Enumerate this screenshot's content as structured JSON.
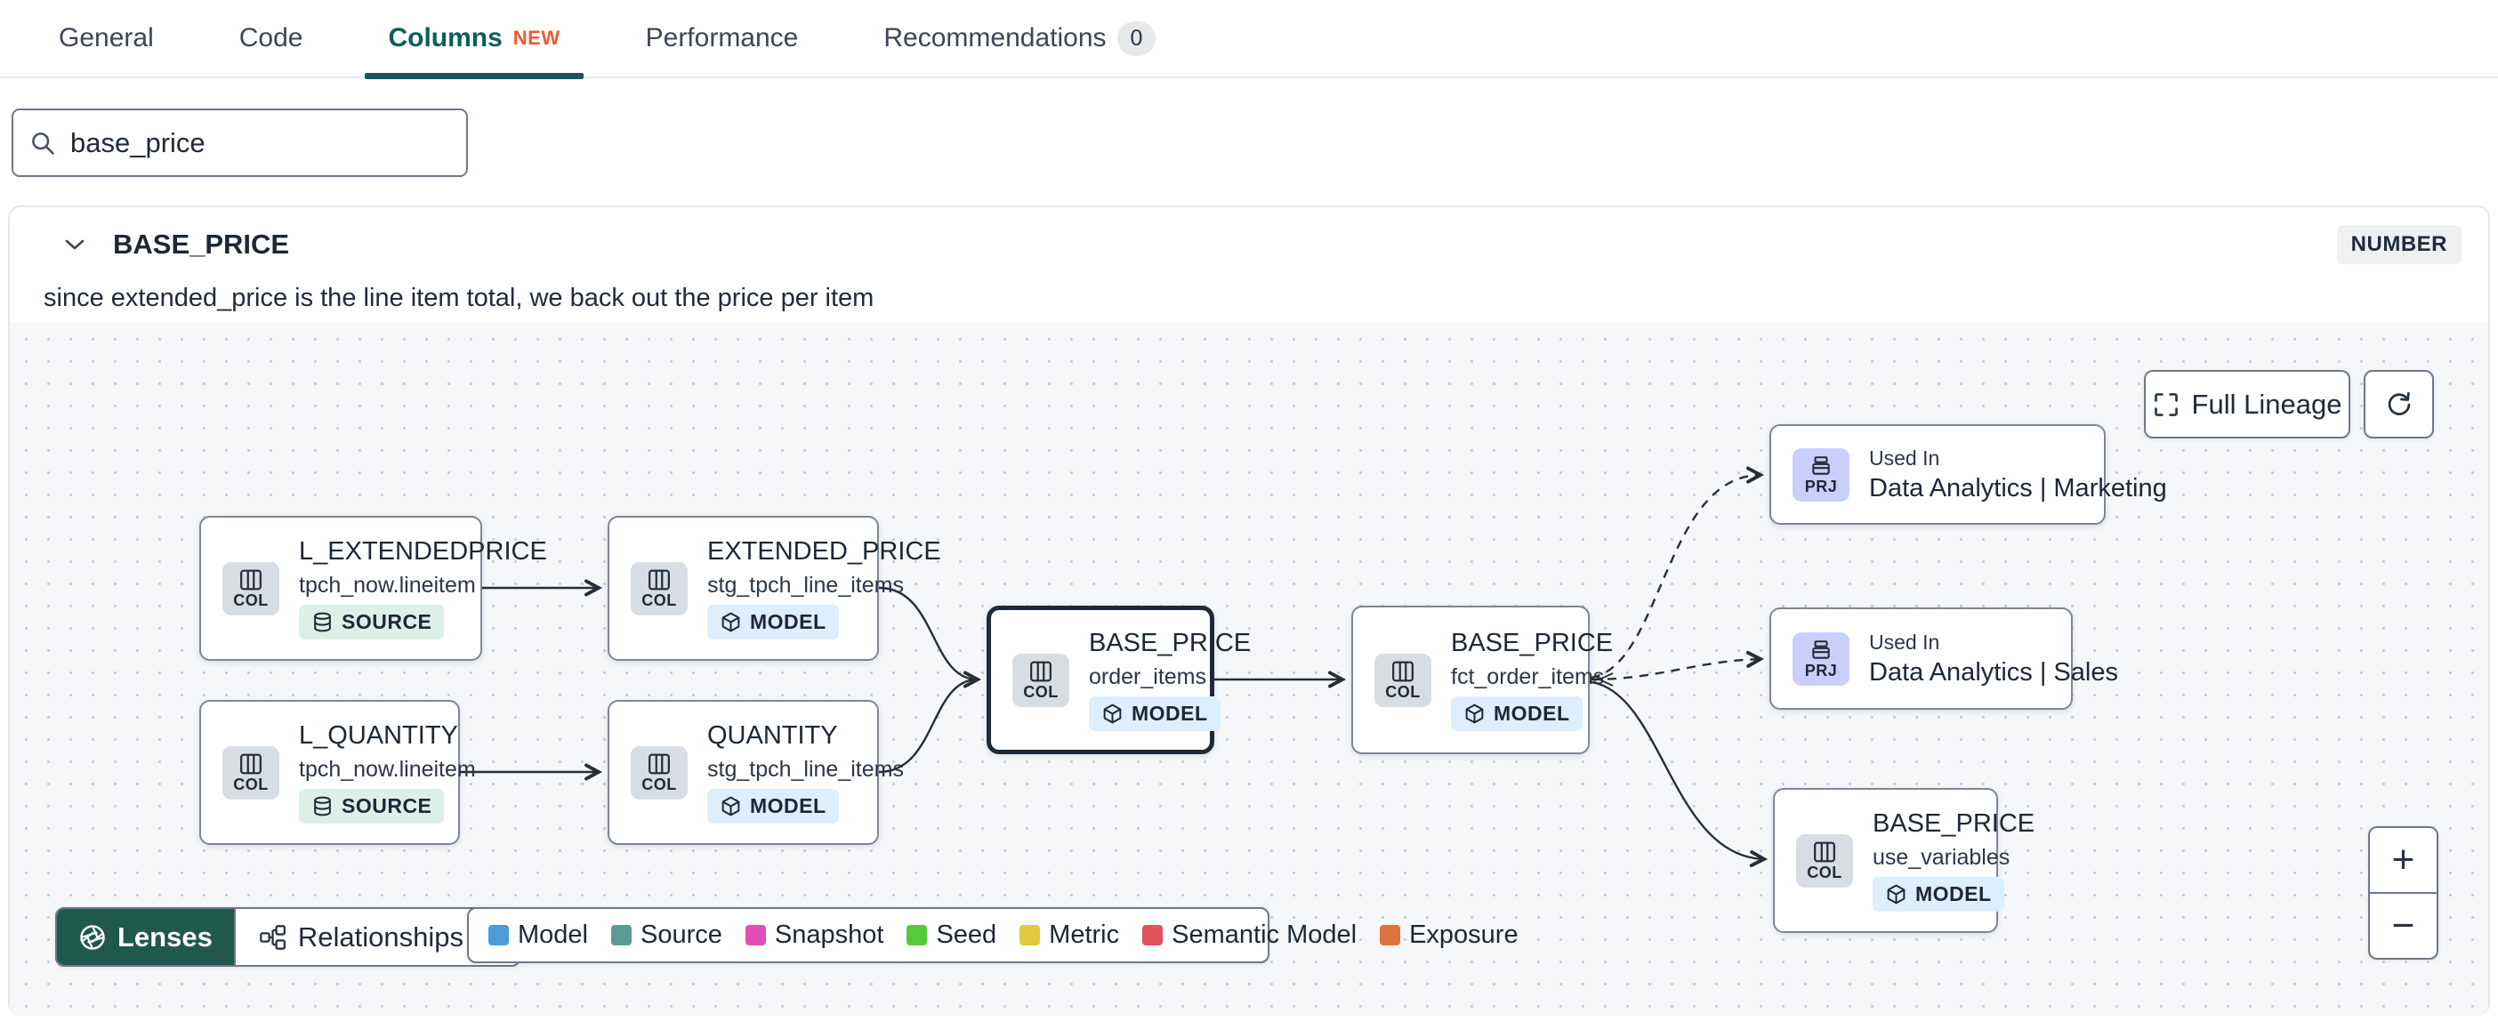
{
  "tabs": {
    "items": [
      {
        "label": "General"
      },
      {
        "label": "Code"
      },
      {
        "label": "Columns",
        "badge": "NEW",
        "active": true
      },
      {
        "label": "Performance"
      },
      {
        "label": "Recommendations",
        "count": "0"
      }
    ]
  },
  "search": {
    "value": "base_price"
  },
  "column": {
    "name": "BASE_PRICE",
    "type": "NUMBER",
    "description": "since extended_price is the line item total, we back out the price per item"
  },
  "lineage": {
    "controls": {
      "full_lineage": "Full Lineage",
      "zoom_in": "+",
      "zoom_out": "−"
    },
    "toolbar": {
      "lenses": "Lenses",
      "relationships": "Relationships"
    },
    "nodes": [
      {
        "title": "L_EXTENDEDPRICE",
        "subtitle": "tpch_now.lineitem",
        "chip": "COL",
        "badge": "SOURCE"
      },
      {
        "title": "L_QUANTITY",
        "subtitle": "tpch_now.lineitem",
        "chip": "COL",
        "badge": "SOURCE"
      },
      {
        "title": "EXTENDED_PRICE",
        "subtitle": "stg_tpch_line_items",
        "chip": "COL",
        "badge": "MODEL"
      },
      {
        "title": "QUANTITY",
        "subtitle": "stg_tpch_line_items",
        "chip": "COL",
        "badge": "MODEL"
      },
      {
        "title": "BASE_PRICE",
        "subtitle": "order_items",
        "chip": "COL",
        "badge": "MODEL",
        "selected": true
      },
      {
        "title": "BASE_PRICE",
        "subtitle": "fct_order_items",
        "chip": "COL",
        "badge": "MODEL"
      },
      {
        "kicker": "Used In",
        "title": "Data Analytics | Marketing",
        "chip": "PRJ"
      },
      {
        "kicker": "Used In",
        "title": "Data Analytics | Sales",
        "chip": "PRJ"
      },
      {
        "title": "BASE_PRICE",
        "subtitle": "use_variables",
        "chip": "COL",
        "badge": "MODEL"
      }
    ],
    "legend": [
      {
        "label": "Model",
        "color": "#4d9bd8"
      },
      {
        "label": "Source",
        "color": "#5b9a96"
      },
      {
        "label": "Snapshot",
        "color": "#e04fb5"
      },
      {
        "label": "Seed",
        "color": "#55cb38"
      },
      {
        "label": "Metric",
        "color": "#e0c93f"
      },
      {
        "label": "Semantic Model",
        "color": "#e4505c"
      },
      {
        "label": "Exposure",
        "color": "#e0713d"
      }
    ]
  },
  "colors": {
    "active_tab": "#0c5e5c",
    "new_badge": "#ee5a33",
    "model_badge_bg": "#ddeefc",
    "source_badge_bg": "#dcf0e7",
    "col_chip_bg": "#d8dce3",
    "prj_chip_bg": "#c9cffb",
    "lenses_bg": "#20584c",
    "edge": "#272e3a"
  }
}
